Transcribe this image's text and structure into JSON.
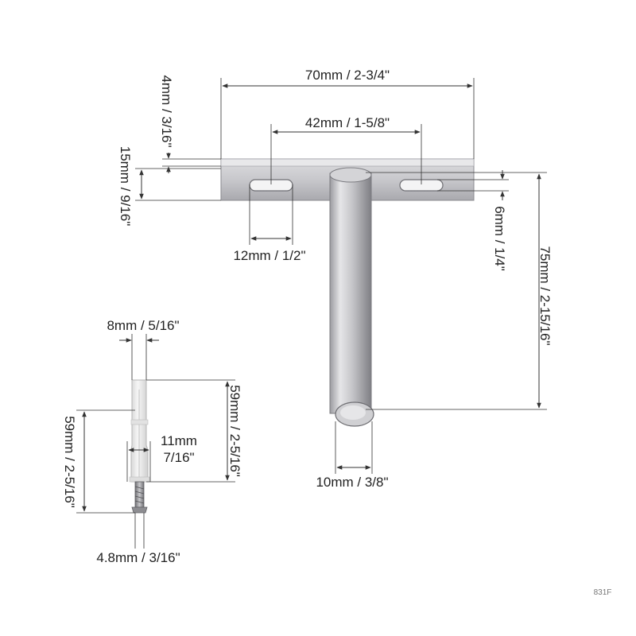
{
  "dimensions": {
    "plate_width": "70mm / 2-3/4\"",
    "slot_spacing": "42mm / 1-5/8\"",
    "plate_thickness": "4mm / 3/16\"",
    "plate_height": "15mm / 9/16\"",
    "slot_width": "12mm / 1/2\"",
    "slot_height": "6mm / 1/4\"",
    "rod_length": "75mm / 2-15/16\"",
    "rod_diameter": "10mm / 3/8\"",
    "anchor_diameter": "8mm / 5/16\"",
    "anchor_length": "59mm / 2-5/16\"",
    "screw_length": "59mm / 2-5/16\"",
    "anchor_flange_mm": "11mm",
    "anchor_flange_in": "7/16\"",
    "screw_diameter": "4.8mm / 3/16\""
  },
  "product_code": "831F",
  "colors": {
    "metal_light": "#e2e2e4",
    "metal_mid": "#b9b9bd",
    "metal_dark": "#86868b",
    "anchor_plastic": "#eeeeee",
    "line": "#333333"
  }
}
